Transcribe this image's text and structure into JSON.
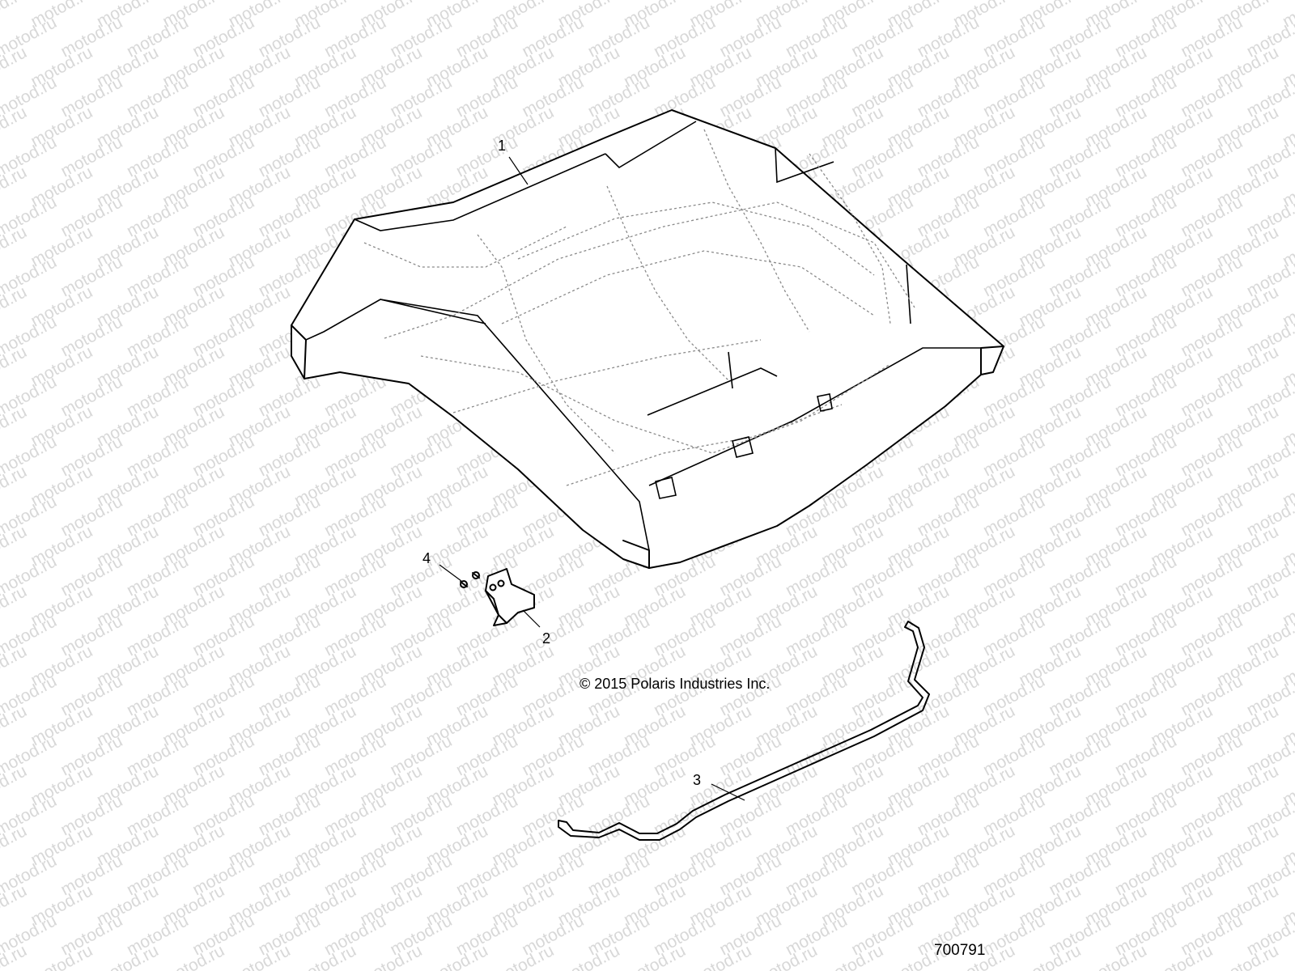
{
  "watermark": {
    "text": "motod.ru",
    "color": "#d8d8d8"
  },
  "callouts": {
    "roof": "1",
    "bracket": "2",
    "seal": "3",
    "screw": "4"
  },
  "copyright": "© 2015 Polaris Industries Inc.",
  "figure_number": "700791",
  "colors": {
    "line": "#000000",
    "background": "#ffffff"
  }
}
